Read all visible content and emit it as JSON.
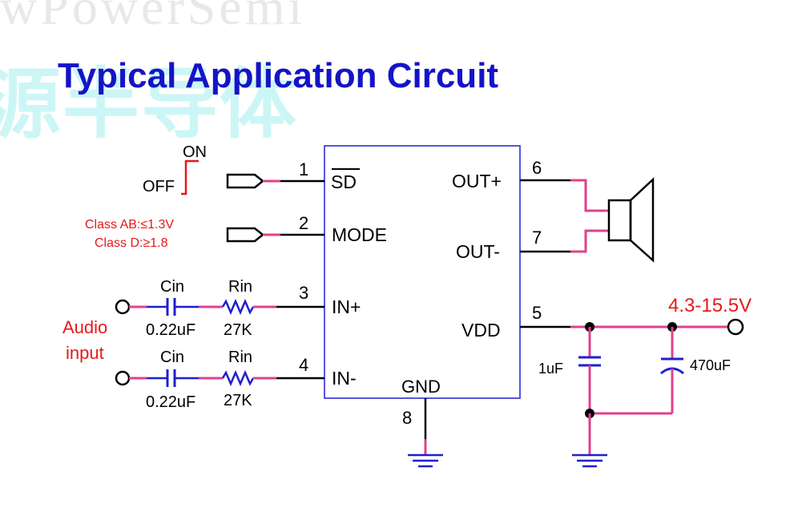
{
  "watermark": {
    "brand": "wPowerSemi",
    "chinese": "源半导体"
  },
  "title": "Typical Application Circuit",
  "switch": {
    "on": "ON",
    "off": "OFF"
  },
  "mode_note": {
    "line1": "Class AB:≤1.3V",
    "line2": "Class D:≥1.8"
  },
  "chip_pins": {
    "left": [
      {
        "num": "1",
        "label": "SD"
      },
      {
        "num": "2",
        "label": "MODE"
      },
      {
        "num": "3",
        "label": "IN+"
      },
      {
        "num": "4",
        "label": "IN-"
      }
    ],
    "right": [
      {
        "num": "6",
        "label": "OUT+"
      },
      {
        "num": "7",
        "label": "OUT-"
      },
      {
        "num": "5",
        "label": "VDD"
      }
    ],
    "bottom": {
      "num": "8",
      "label": "GND"
    }
  },
  "input_stage": {
    "cap_label": "Cin",
    "cap_value": "0.22uF",
    "res_label": "Rin",
    "res_value": "27K"
  },
  "audio_input": {
    "line1": "Audio",
    "line2": "input"
  },
  "supply": {
    "voltage": "4.3-15.5V",
    "cap1": "1uF",
    "cap2": "470uF"
  },
  "colors": {
    "wire": "#e0408c",
    "line": "#000000",
    "component": "#1f1fd0",
    "red_text": "#e81818",
    "title": "#1414c8"
  }
}
